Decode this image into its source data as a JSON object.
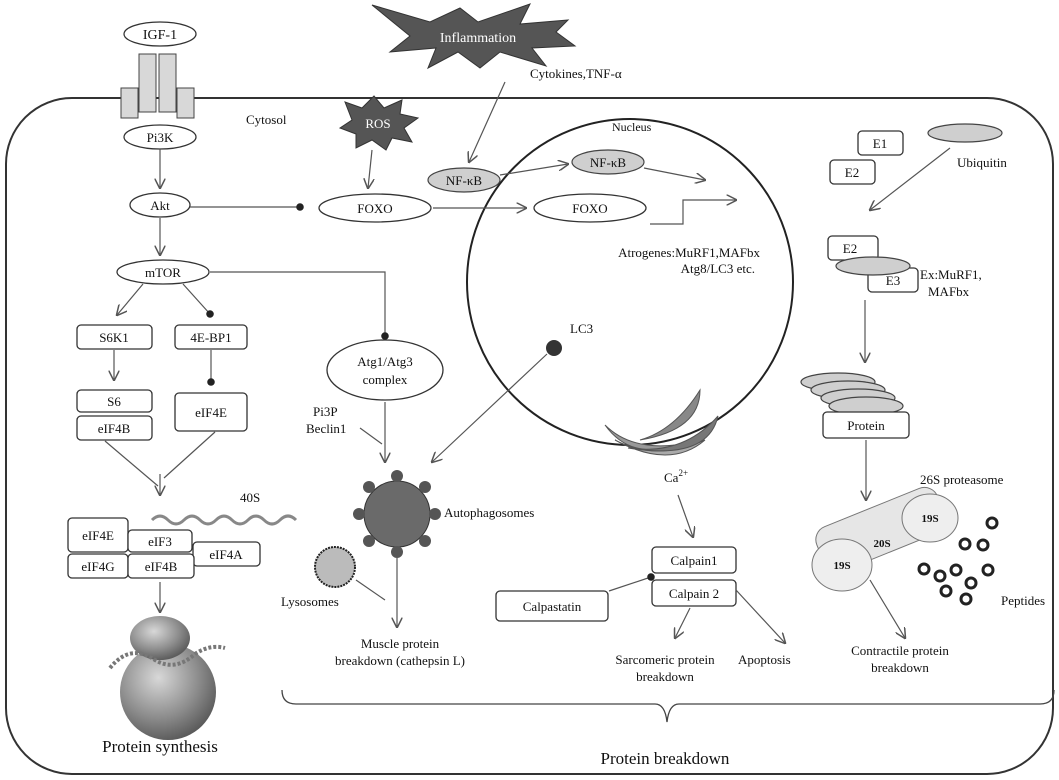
{
  "labels": {
    "igf1": "IGF-1",
    "inflammation": "Inflammation",
    "cytokines": "Cytokines,TNF-α",
    "cytosol": "Cytosol",
    "ros": "ROS",
    "nucleus": "Nucleus",
    "pi3k": "Pi3K",
    "akt": "Akt",
    "foxo": "FOXO",
    "nfkb": "NF-κB",
    "foxo_nuc": "FOXO",
    "atrogenes_1": "Atrogenes:MuRF1,MAFbx",
    "atrogenes_2": "Atg8/LC3 etc.",
    "mtor": "mTOR",
    "s6k1": "S6K1",
    "ebp1": "4E-BP1",
    "s6": "S6",
    "eif4b_a": "eIF4B",
    "eif4e_a": "eIF4E",
    "atg_1": "Atg1/Atg3",
    "atg_2": "complex",
    "pi3p": "Pi3P",
    "beclin": "Beclin1",
    "lc3": "LC3",
    "autophagosomes": "Autophagosomes",
    "lysosomes": "Lysosomes",
    "mpb_1": "Muscle protein",
    "mpb_2": "breakdown (cathepsin L)",
    "forty_s": "40S",
    "eif4e_b": "eIF4E",
    "eif3": "eIF3",
    "eif4a": "eIF4A",
    "eif4g": "eIF4G",
    "eif4b_b": "eIF4B",
    "protein_synthesis": "Protein synthesis",
    "e1": "E1",
    "e2_a": "E2",
    "ubiquitin": "Ubiquitin",
    "e2_b": "E2",
    "e3": "E3",
    "ex_1": "Ex:MuRF1,",
    "ex_2": "MAFbx",
    "protein": "Protein",
    "proteasome": "26S proteasome",
    "s19_a": "19S",
    "s20": "20S",
    "s19_b": "19S",
    "peptides": "Peptides",
    "contractile_1": "Contractile protein",
    "contractile_2": "breakdown",
    "ca_base": "Ca",
    "ca_sup": "2+",
    "calpain1": "Calpain1",
    "calpain2": "Calpain 2",
    "calpastatin": "Calpastatin",
    "sarcomeric_1": "Sarcomeric protein",
    "sarcomeric_2": "breakdown",
    "apoptosis": "Apoptosis",
    "protein_breakdown": "Protein breakdown"
  }
}
